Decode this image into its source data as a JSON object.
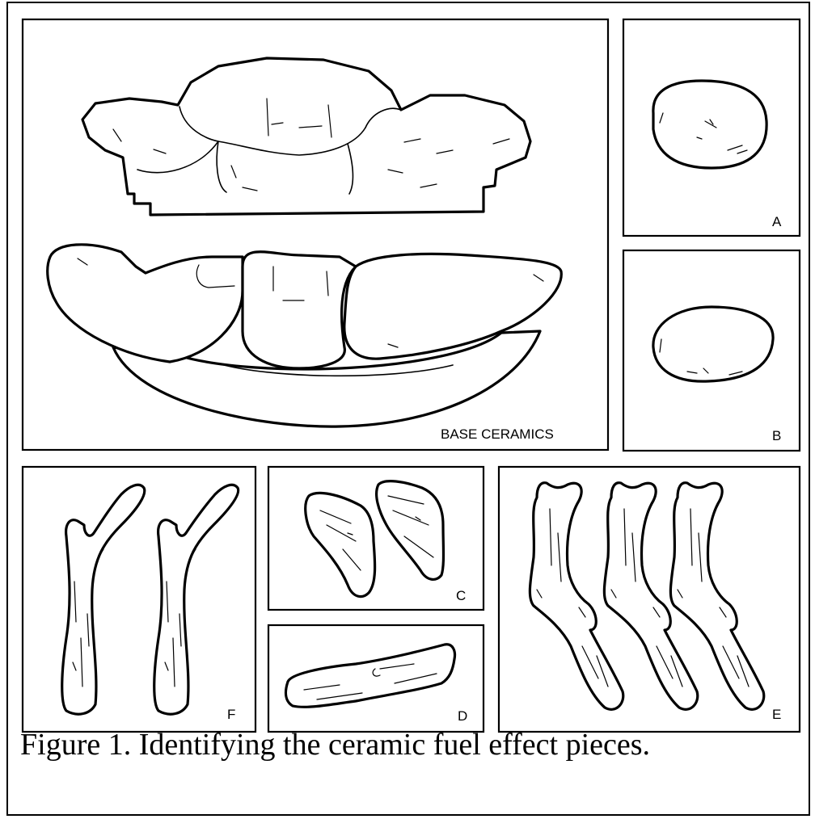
{
  "figure": {
    "caption": "Figure 1. Identifying the ceramic fuel effect pieces.",
    "labels": {
      "base": "BASE CERAMICS",
      "a": "A",
      "b": "B",
      "c": "C",
      "d": "D",
      "e": "E",
      "f": "F"
    }
  }
}
